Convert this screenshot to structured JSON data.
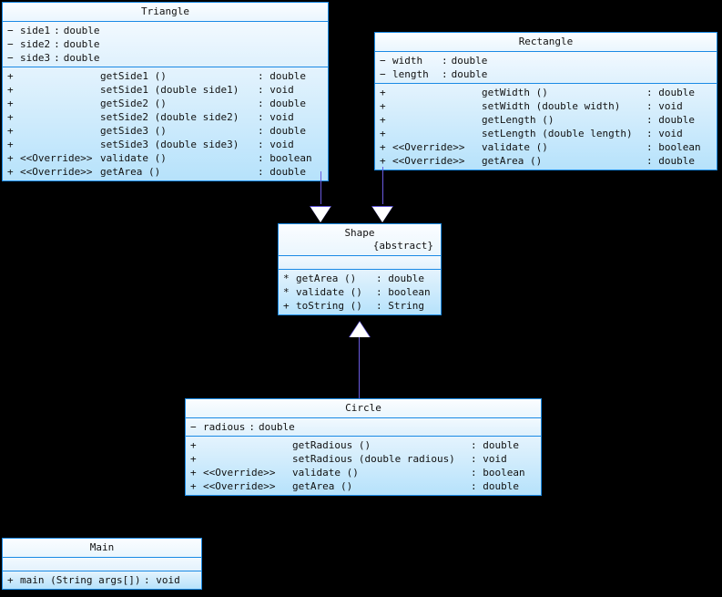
{
  "diagram": {
    "kind": "uml-class-diagram",
    "background_color": "#000000",
    "border_color": "#1a8ae5",
    "connector_color": "#6a5ae0",
    "arrow_fill": "#ffffff"
  },
  "classes": {
    "triangle": {
      "name": "Triangle",
      "attributes": [
        {
          "visibility": "−",
          "name": "side1",
          "sep": ":",
          "type": "double"
        },
        {
          "visibility": "−",
          "name": "side2",
          "sep": ":",
          "type": "double"
        },
        {
          "visibility": "−",
          "name": "side3",
          "sep": ":",
          "type": "double"
        }
      ],
      "methods": [
        {
          "visibility": "+",
          "stereotype": "",
          "signature": "getSide1 ()",
          "sep": ":",
          "type": "double"
        },
        {
          "visibility": "+",
          "stereotype": "",
          "signature": "setSide1 (double side1)",
          "sep": ":",
          "type": "void"
        },
        {
          "visibility": "+",
          "stereotype": "",
          "signature": "getSide2 ()",
          "sep": ":",
          "type": "double"
        },
        {
          "visibility": "+",
          "stereotype": "",
          "signature": "setSide2 (double side2)",
          "sep": ":",
          "type": "void"
        },
        {
          "visibility": "+",
          "stereotype": "",
          "signature": "getSide3 ()",
          "sep": ":",
          "type": "double"
        },
        {
          "visibility": "+",
          "stereotype": "",
          "signature": "setSide3 (double side3)",
          "sep": ":",
          "type": "void"
        },
        {
          "visibility": "+",
          "stereotype": "<<Override>>",
          "signature": "validate ()",
          "sep": ":",
          "type": "boolean"
        },
        {
          "visibility": "+",
          "stereotype": "<<Override>>",
          "signature": "getArea ()",
          "sep": ":",
          "type": "double"
        }
      ]
    },
    "rectangle": {
      "name": "Rectangle",
      "attributes": [
        {
          "visibility": "−",
          "name": "width",
          "sep": ":",
          "type": "double"
        },
        {
          "visibility": "−",
          "name": "length",
          "sep": ":",
          "type": "double"
        }
      ],
      "methods": [
        {
          "visibility": "+",
          "stereotype": "",
          "signature": "getWidth ()",
          "sep": ":",
          "type": "double"
        },
        {
          "visibility": "+",
          "stereotype": "",
          "signature": "setWidth (double width)",
          "sep": ":",
          "type": "void"
        },
        {
          "visibility": "+",
          "stereotype": "",
          "signature": "getLength ()",
          "sep": ":",
          "type": "double"
        },
        {
          "visibility": "+",
          "stereotype": "",
          "signature": "setLength (double length)",
          "sep": ":",
          "type": "void"
        },
        {
          "visibility": "+",
          "stereotype": "<<Override>>",
          "signature": "validate ()",
          "sep": ":",
          "type": "boolean"
        },
        {
          "visibility": "+",
          "stereotype": "<<Override>>",
          "signature": "getArea ()",
          "sep": ":",
          "type": "double"
        }
      ]
    },
    "shape": {
      "name": "Shape",
      "modifier": "{abstract}",
      "attributes": [],
      "methods": [
        {
          "visibility": "*",
          "stereotype": "",
          "signature": "getArea ()",
          "sep": ":",
          "type": "double"
        },
        {
          "visibility": "*",
          "stereotype": "",
          "signature": "validate ()",
          "sep": ":",
          "type": "boolean"
        },
        {
          "visibility": "+",
          "stereotype": "",
          "signature": "toString ()",
          "sep": ":",
          "type": "String"
        }
      ]
    },
    "circle": {
      "name": "Circle",
      "attributes": [
        {
          "visibility": "−",
          "name": "radious",
          "sep": ":",
          "type": "double"
        }
      ],
      "methods": [
        {
          "visibility": "+",
          "stereotype": "",
          "signature": "getRadious ()",
          "sep": ":",
          "type": "double"
        },
        {
          "visibility": "+",
          "stereotype": "",
          "signature": "setRadious (double radious)",
          "sep": ":",
          "type": "void"
        },
        {
          "visibility": "+",
          "stereotype": "<<Override>>",
          "signature": "validate ()",
          "sep": ":",
          "type": "boolean"
        },
        {
          "visibility": "+",
          "stereotype": "<<Override>>",
          "signature": "getArea ()",
          "sep": ":",
          "type": "double"
        }
      ]
    },
    "main": {
      "name": "Main",
      "attributes": [],
      "methods": [
        {
          "visibility": "+",
          "stereotype": "",
          "signature": "main (String args[])",
          "sep": ":",
          "type": "void"
        }
      ]
    }
  },
  "relationships": [
    {
      "name": "triangle-inherits-shape",
      "from": "Triangle",
      "to": "Shape",
      "type": "generalization"
    },
    {
      "name": "rectangle-inherits-shape",
      "from": "Rectangle",
      "to": "Shape",
      "type": "generalization"
    },
    {
      "name": "circle-inherits-shape",
      "from": "Circle",
      "to": "Shape",
      "type": "generalization"
    }
  ]
}
